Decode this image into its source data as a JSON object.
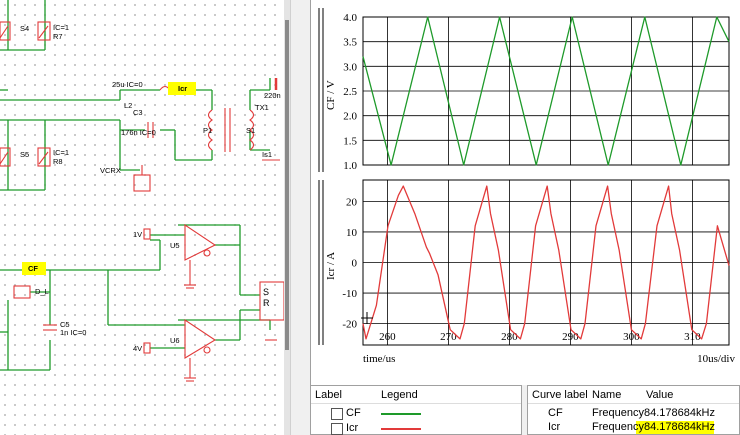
{
  "schematic": {
    "labels": {
      "s4": "S4",
      "r7_ic": "IC=1",
      "r7": "R7",
      "s5": "S5",
      "r8_ic": "IC=1",
      "r8": "R8",
      "l2_val": "25u IC=0",
      "l2": "L2",
      "icr_net": "Icr",
      "c3": "C3",
      "c3_val": "176n IC=0",
      "p1": "P1",
      "s1": "S1",
      "tx1": "TX1",
      "c_val": "220n",
      "is1": "Is1",
      "vcrx": "VCRX",
      "v1": "1V",
      "u5": "U5",
      "cf_net": "CF",
      "d_l": "D_L",
      "c5": "C5",
      "c5_val": "1n IC=0",
      "v4": "4V",
      "u6": "U6",
      "s_pin": "S",
      "r_pin": "R"
    }
  },
  "plot": {
    "top": {
      "ylabel": "CF / V",
      "yticks": [
        "4.0",
        "3.5",
        "3.0",
        "2.5",
        "2.0",
        "1.5",
        "1.0"
      ]
    },
    "bottom": {
      "ylabel": "Icr / A",
      "yticks": [
        "20",
        "10",
        "0",
        "-10",
        "-20"
      ]
    },
    "xticks": [
      "260",
      "270",
      "280",
      "290",
      "300",
      "310"
    ],
    "xlabel": "time/us",
    "xscale": "10us/div"
  },
  "legend": {
    "col_label": "Label",
    "col_legend": "Legend",
    "rows": [
      {
        "label": "CF",
        "color": "#1e9a2a"
      },
      {
        "label": "Icr",
        "color": "#e23a3a"
      }
    ]
  },
  "measurements": {
    "col_curve": "Curve label",
    "col_name": "Name",
    "col_value": "Value",
    "rows": [
      {
        "curve": "CF",
        "name": "Frequency",
        "value": "84.178684kHz"
      },
      {
        "curve": "Icr",
        "name": "Frequency",
        "value": "84.178684kHz"
      }
    ]
  },
  "chart_data": [
    {
      "type": "line",
      "title": "",
      "xlabel": "time/us",
      "ylabel": "CF / V",
      "xlim": [
        256,
        316
      ],
      "ylim": [
        1.0,
        4.0
      ],
      "grid": true,
      "series": [
        {
          "name": "CF",
          "color": "#1e9a2a",
          "x": [
            256,
            260.6,
            266.6,
            272.5,
            278.4,
            284.4,
            290.3,
            296.2,
            302.2,
            308.1,
            314.0,
            316
          ],
          "y": [
            3.2,
            1.0,
            4.0,
            1.0,
            4.0,
            1.0,
            4.0,
            1.0,
            4.0,
            1.0,
            4.0,
            3.5
          ]
        }
      ]
    },
    {
      "type": "line",
      "title": "",
      "xlabel": "time/us",
      "ylabel": "Icr / A",
      "xlim": [
        256,
        316
      ],
      "ylim": [
        -27,
        27
      ],
      "grid": true,
      "series": [
        {
          "name": "Icr",
          "color": "#e23a3a",
          "x": [
            256,
            256.5,
            258.2,
            260.1,
            261.8,
            262.6,
            264.5,
            266.4,
            266.9,
            268.3,
            270.3,
            271.9,
            272.6,
            274.4,
            276.3,
            276.9,
            278.2,
            280.2,
            281.8,
            282.5,
            284.3,
            286.2,
            286.8,
            288.1,
            290.1,
            291.7,
            292.4,
            294.2,
            296.1,
            296.7,
            298.0,
            300.0,
            301.6,
            302.3,
            304.2,
            306.1,
            306.6,
            307.9,
            309.9,
            311.5,
            312.3,
            314.1,
            316
          ],
          "y": [
            -20,
            -25,
            -14,
            12,
            22,
            25,
            16,
            5,
            3,
            -4,
            -22,
            -25,
            -20,
            12,
            25,
            16,
            4,
            -22,
            -25,
            -20,
            12,
            25,
            16,
            4,
            -22,
            -25,
            -20,
            12,
            25,
            16,
            4,
            -22,
            -25,
            -20,
            12,
            25,
            16,
            4,
            -22,
            -25,
            -20,
            12,
            -1
          ]
        }
      ]
    }
  ]
}
